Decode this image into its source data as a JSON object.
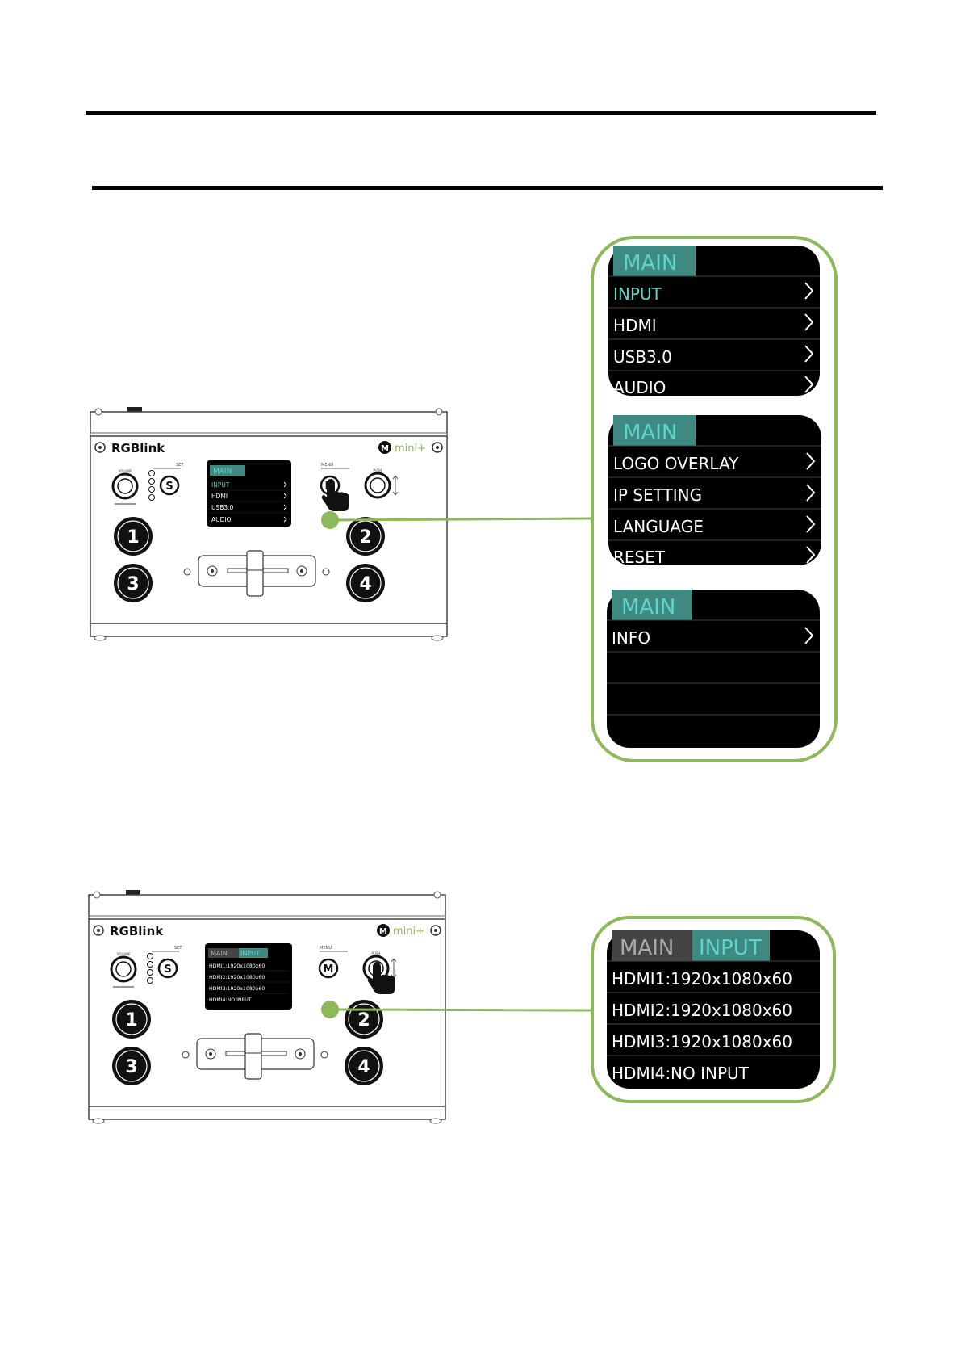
{
  "device": {
    "brand": "RGBlink",
    "model": "mini+",
    "model_badge": "M",
    "set_label": "SET",
    "set_button": "S",
    "menu_label": "MENU",
    "menu_button": "M",
    "volume_label": "VOLUME",
    "push_label": "PUSH",
    "buttons": [
      "1",
      "2",
      "3",
      "4"
    ]
  },
  "figure1": {
    "screen": {
      "tab": "MAIN",
      "items": [
        "INPUT",
        "HDMI",
        "USB3.0",
        "AUDIO"
      ]
    },
    "panels": [
      {
        "tab": "MAIN",
        "items": [
          {
            "label": "INPUT",
            "selected": true
          },
          {
            "label": "HDMI"
          },
          {
            "label": "USB3.0"
          },
          {
            "label": "AUDIO"
          }
        ]
      },
      {
        "tab": "MAIN",
        "items": [
          {
            "label": "LOGO OVERLAY"
          },
          {
            "label": "IP SETTING"
          },
          {
            "label": "LANGUAGE"
          },
          {
            "label": "RESET"
          }
        ]
      },
      {
        "tab": "MAIN",
        "items": [
          {
            "label": "INFO"
          }
        ]
      }
    ]
  },
  "figure2": {
    "screen": {
      "tab_main": "MAIN",
      "tab_input": "INPUT",
      "items": [
        "HDMI1:1920x1080x60",
        "HDMI2:1920x1080x60",
        "HDMI3:1920x1080x60",
        "HDMI4:NO INPUT"
      ]
    },
    "panel": {
      "tab_main": "MAIN",
      "tab_input": "INPUT",
      "items": [
        "HDMI1:1920x1080x60",
        "HDMI2:1920x1080x60",
        "HDMI3:1920x1080x60",
        "HDMI4:NO INPUT"
      ]
    }
  },
  "colors": {
    "accent_green": "#8db95a",
    "tab_teal": "#3e8a83",
    "tab_teal_text": "#5fd4c8",
    "screen_black": "#000000"
  }
}
